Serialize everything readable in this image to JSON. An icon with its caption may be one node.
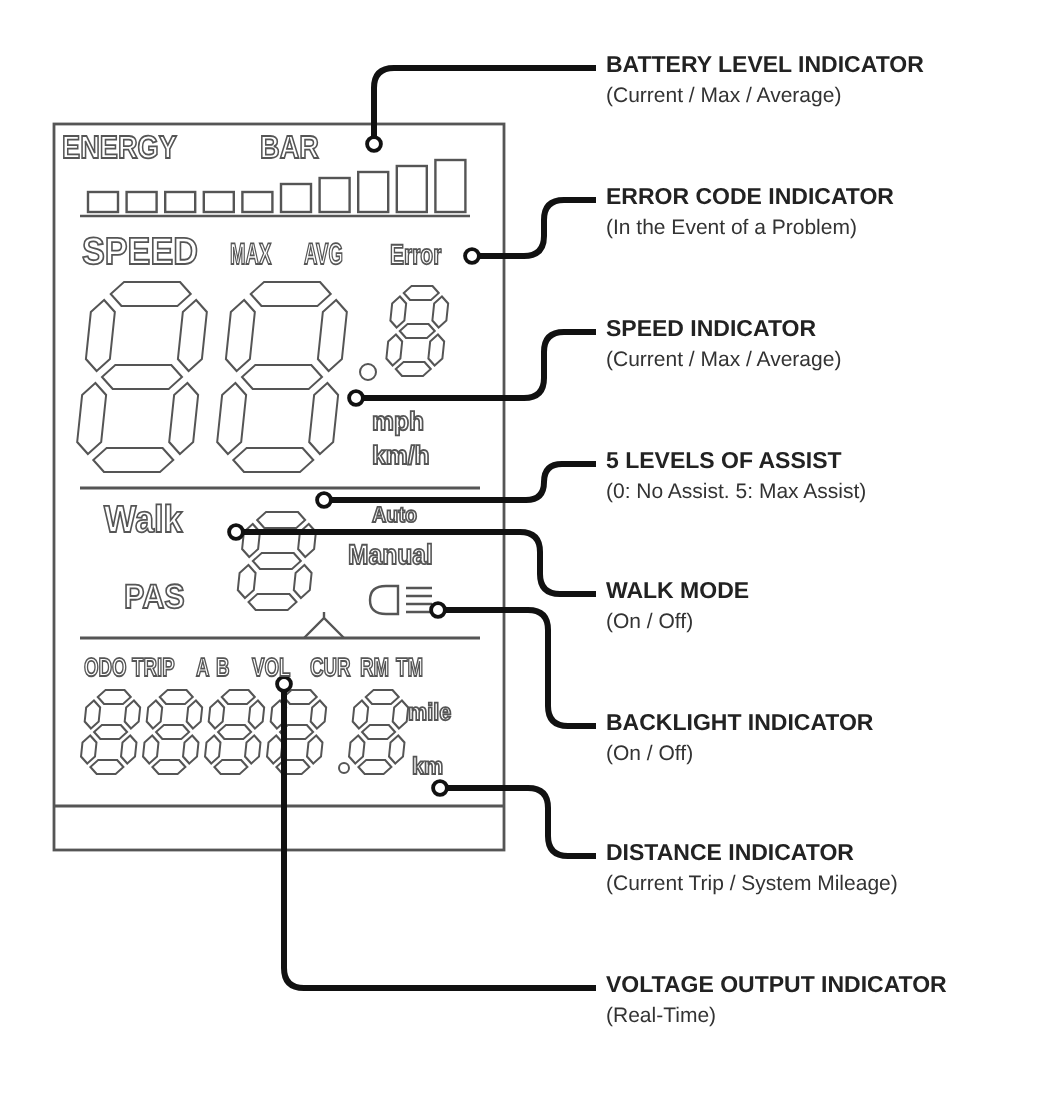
{
  "diagram": {
    "nodes": [
      {
        "text": [
          "BATTERY LEVEL INDICATOR",
          "(Current / Max / Average)"
        ]
      },
      {
        "text": [
          "ERROR CODE INDICATOR",
          "(In the Event of a Problem)"
        ]
      },
      {
        "text": [
          "SPEED INDICATOR",
          "(Current / Max / Average)"
        ]
      },
      {
        "text": [
          "5 LEVELS OF ASSIST",
          "(0: No Assist. 5: Max Assist)"
        ]
      },
      {
        "text": [
          "WALK MODE",
          "(On / Off)"
        ]
      },
      {
        "text": [
          "BACKLIGHT INDICATOR",
          "(On / Off)"
        ]
      },
      {
        "text": [
          "DISTANCE INDICATOR",
          "(Current Trip / System Mileage)"
        ]
      },
      {
        "text": [
          "VOLTAGE OUTPUT INDICATOR",
          "(Real-Time)"
        ]
      },
      {
        "text": [],
        "shape": "bar"
      },
      {
        "text": [
          "Error"
        ]
      },
      {
        "text": [],
        "shape": "digit"
      },
      {
        "text": [],
        "shape": "digit"
      },
      {
        "text": [
          "Walk"
        ]
      },
      {
        "text": [],
        "shape": "lamp"
      },
      {
        "text": [
          "km"
        ]
      },
      {
        "text": [
          "VOL"
        ]
      },
      {
        "text": [],
        "shape": "digit"
      },
      {
        "text": [],
        "shape": "digit"
      },
      {
        "text": [],
        "shape": "digit"
      },
      {
        "text": [],
        "shape": "digit"
      },
      {
        "text": [],
        "shape": "digit"
      },
      {
        "text": [],
        "shape": "digit"
      },
      {
        "text": [],
        "shape": "digit"
      }
    ],
    "edges": [
      {
        "from": 0,
        "to": 8,
        "arrow": "other"
      },
      {
        "from": 1,
        "to": 9,
        "arrow": "other"
      },
      {
        "from": 2,
        "to": 10,
        "arrow": "other"
      },
      {
        "from": 3,
        "to": 11,
        "arrow": "other"
      },
      {
        "from": 4,
        "to": 12,
        "arrow": "other"
      },
      {
        "from": 5,
        "to": 13,
        "arrow": "other"
      },
      {
        "from": 6,
        "to": 14,
        "arrow": "other"
      },
      {
        "from": 7,
        "to": 15,
        "arrow": "other"
      }
    ],
    "labels": [
      "ENERGY",
      "BAR",
      "SPEED",
      "MAX",
      "AVG",
      "mph",
      "km/h",
      "Auto",
      "Manual",
      "PAS",
      "ODO",
      "TRIP",
      "A",
      "B",
      "CUR",
      "RM",
      "TM",
      "mile"
    ]
  }
}
